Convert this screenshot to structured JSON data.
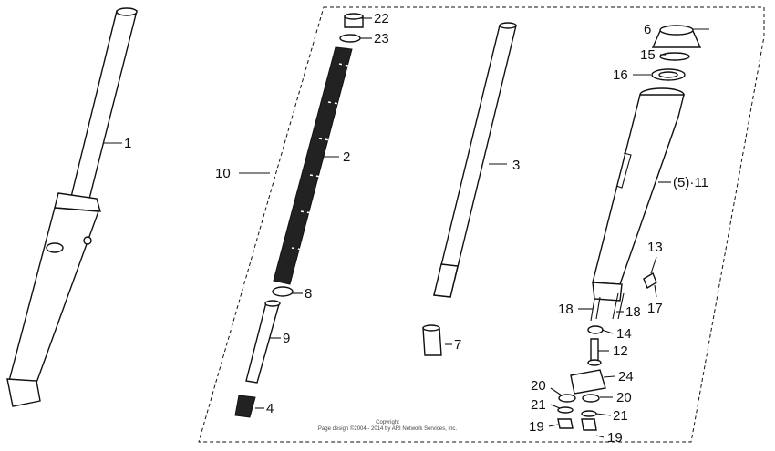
{
  "callouts": {
    "c1": "1",
    "c2": "2",
    "c3": "3",
    "c4": "4",
    "c5_11": "(5)·11",
    "c6": "6",
    "c7": "7",
    "c8": "8",
    "c9": "9",
    "c10": "10",
    "c12": "12",
    "c13": "13",
    "c14": "14",
    "c15": "15",
    "c16": "16",
    "c17": "17",
    "c18a": "18",
    "c18b": "18",
    "c19a": "19",
    "c19b": "19",
    "c20a": "20",
    "c20b": "20",
    "c21a": "21",
    "c21b": "21",
    "c22": "22",
    "c23": "23",
    "c24": "24"
  },
  "copyright": {
    "line1": "Copyright",
    "line2": "Page design ©2004 - 2014 by ARI Network Services, Inc."
  }
}
